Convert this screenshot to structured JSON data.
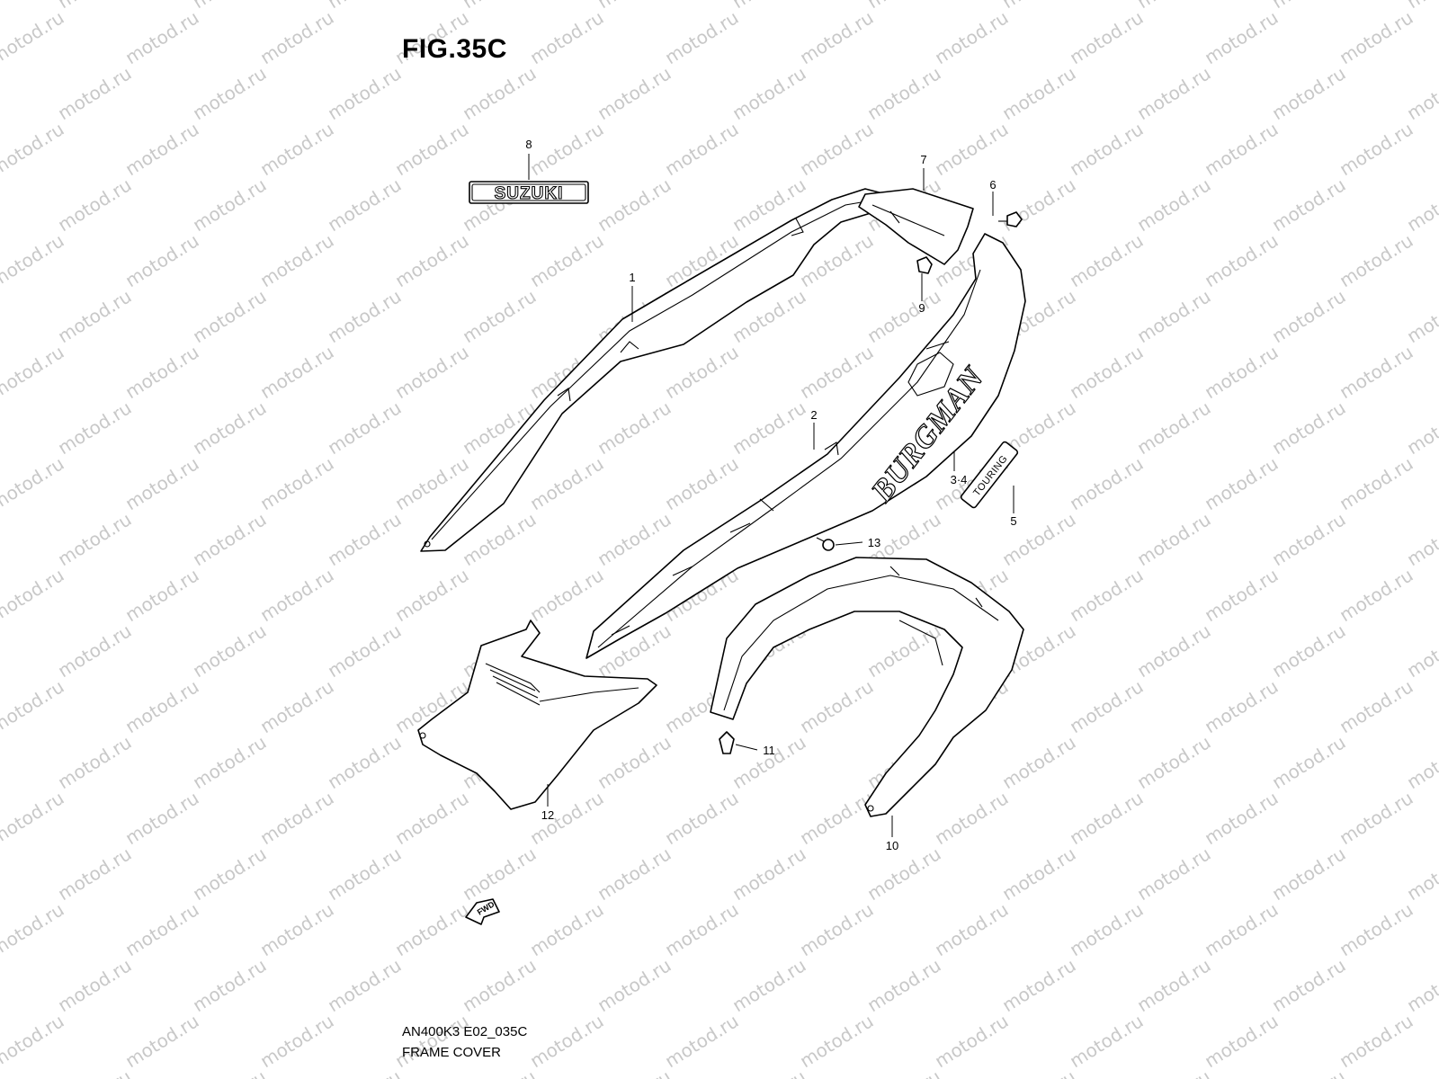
{
  "figure": {
    "title": "FIG.35C",
    "code": "AN400K3 E02_035C",
    "name": "FRAME COVER"
  },
  "watermark": "motod.ru",
  "callouts": [
    "8",
    "7",
    "6",
    "1",
    "9",
    "2",
    "3·4",
    "5",
    "13",
    "11",
    "12",
    "10"
  ],
  "emblems": {
    "brand_badge": "SUZUKI",
    "side_decal": "BURGMAN",
    "small_emblem": "TOURING",
    "direction_arrow": "FWD"
  },
  "colors": {
    "line": "#000000",
    "watermark": "#c8c8c8",
    "background": "#ffffff"
  }
}
